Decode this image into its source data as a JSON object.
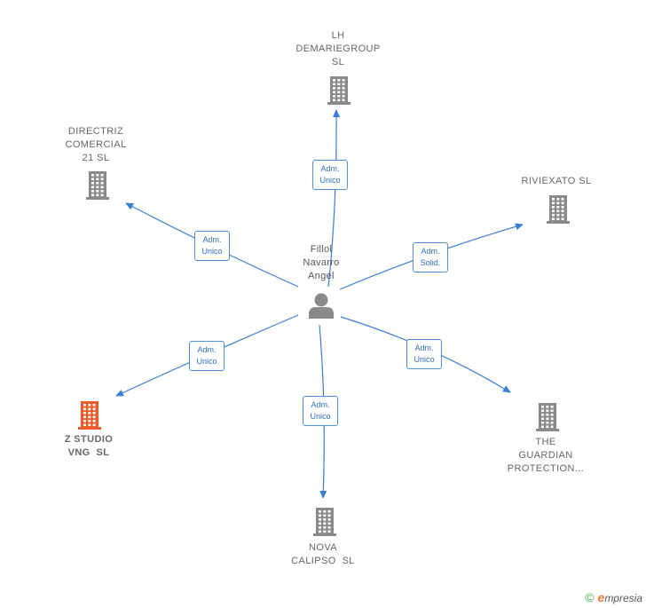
{
  "center": {
    "name_lines": [
      "Fillol",
      "Navarro",
      "Angel"
    ]
  },
  "colors": {
    "edge": "#3a7fd5",
    "building": "#8a8a8a",
    "building_highlight": "#ee5a2a",
    "person": "#8a8a8a"
  },
  "companies": [
    {
      "id": "lh-demariegroup",
      "name_lines": [
        "LH",
        "DEMARIEGROUP",
        "SL"
      ],
      "role_lines": [
        "Adm.",
        "Unico"
      ],
      "highlight": false
    },
    {
      "id": "directriz-comercial",
      "name_lines": [
        "DIRECTRIZ",
        "COMERCIAL",
        "21 SL"
      ],
      "role_lines": [
        "Adm.",
        "Unico"
      ],
      "highlight": false
    },
    {
      "id": "riviexato",
      "name_lines": [
        "RIVIEXATO SL"
      ],
      "role_lines": [
        "Adm.",
        "Solid."
      ],
      "highlight": false
    },
    {
      "id": "z-studio-vng",
      "name_lines": [
        "Z STUDIO",
        "VNG  SL"
      ],
      "role_lines": [
        "Adm.",
        "Unico"
      ],
      "highlight": true
    },
    {
      "id": "nova-calipso",
      "name_lines": [
        "NOVA",
        "CALIPSO  SL"
      ],
      "role_lines": [
        "Adm.",
        "Unico"
      ],
      "highlight": false
    },
    {
      "id": "the-guardian",
      "name_lines": [
        "THE",
        "GUARDIAN",
        "PROTECTION..."
      ],
      "role_lines": [
        "Adm.",
        "Unico"
      ],
      "highlight": false
    }
  ],
  "footer": {
    "copyright": "©",
    "brand_first": "e",
    "brand_rest": "mpresia"
  }
}
